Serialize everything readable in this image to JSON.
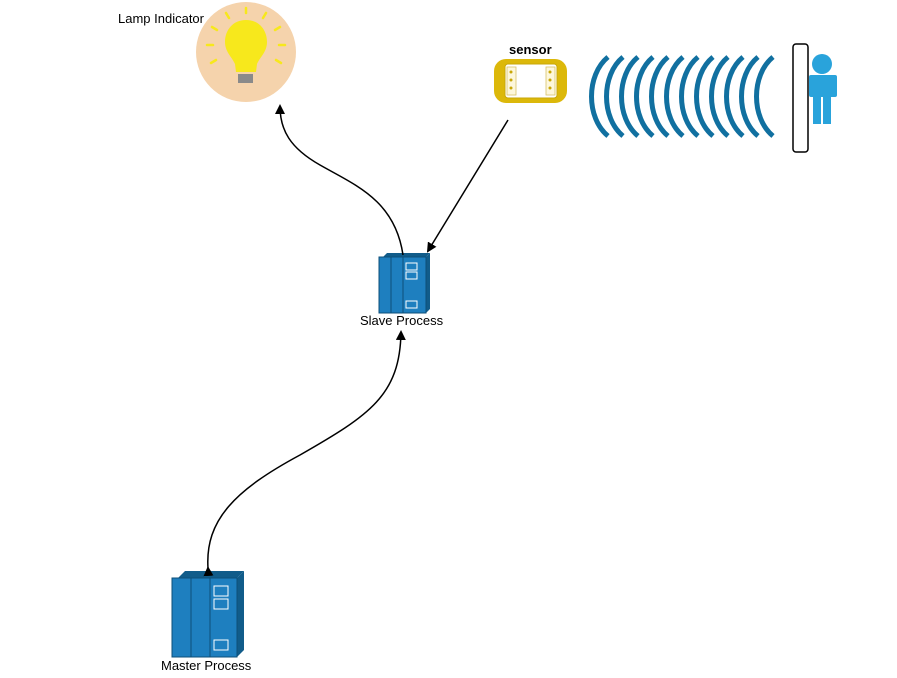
{
  "labels": {
    "lamp": "Lamp Indicator",
    "sensor": "sensor",
    "slave": "Slave Process",
    "master": "Master Process"
  },
  "colors": {
    "lamp_halo": "#f5d3ac",
    "lamp_bulb": "#f7e81c",
    "lamp_base": "#8a8a8a",
    "sensor_body": "#dcb80a",
    "wave": "#1170a0",
    "plc": "#1e7fbf",
    "plc_dark": "#115c8a",
    "person": "#29a3db",
    "door": "#000000",
    "arrow": "#000000"
  },
  "icons": {
    "lamp": "lightbulb-icon",
    "sensor": "sensor-device-icon",
    "waves": "signal-waves-icon",
    "person": "person-icon",
    "door": "door-frame-icon",
    "slave": "plc-rack-icon",
    "master": "plc-rack-icon"
  },
  "edges": [
    {
      "from": "Slave Process",
      "to": "Lamp Indicator",
      "direction": "forward"
    },
    {
      "from": "sensor",
      "to": "Slave Process",
      "direction": "forward"
    },
    {
      "from": "Master Process",
      "to": "Slave Process",
      "direction": "both"
    }
  ]
}
